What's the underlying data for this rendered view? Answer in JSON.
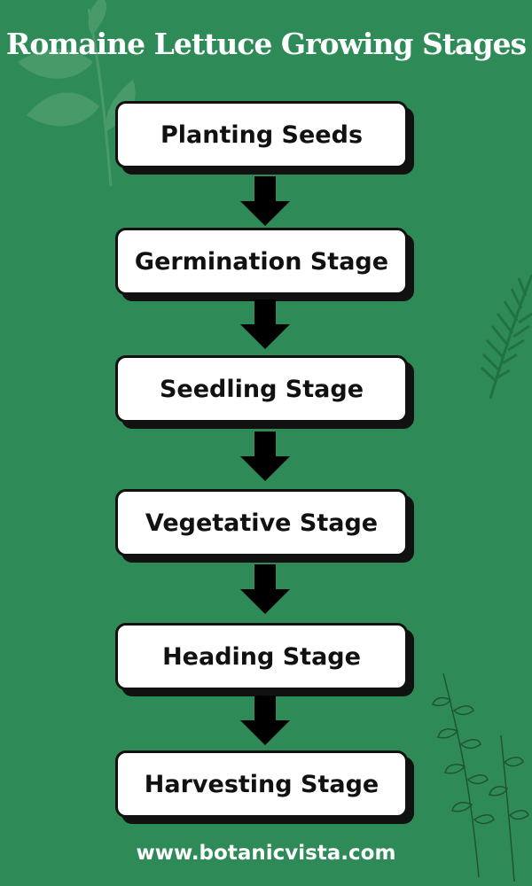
{
  "title": "Romaine Lettuce Growing Stages",
  "stages": [
    {
      "label": "Planting Seeds"
    },
    {
      "label": "Germination Stage"
    },
    {
      "label": "Seedling Stage"
    },
    {
      "label": "Vegetative Stage"
    },
    {
      "label": "Heading Stage"
    },
    {
      "label": "Harvesting Stage"
    }
  ],
  "footer": "www.botanicvista.com",
  "colors": {
    "background": "#2e8b57",
    "box": "#ffffff",
    "outline": "#111111",
    "text": "#111111",
    "heading_text": "#ffffff",
    "leaf_decoration": "#5fa877"
  },
  "icons": [
    "leaf-branch-top-left-icon",
    "fern-leaf-right-icon",
    "sprig-bottom-right-icon",
    "down-arrow-icon"
  ]
}
